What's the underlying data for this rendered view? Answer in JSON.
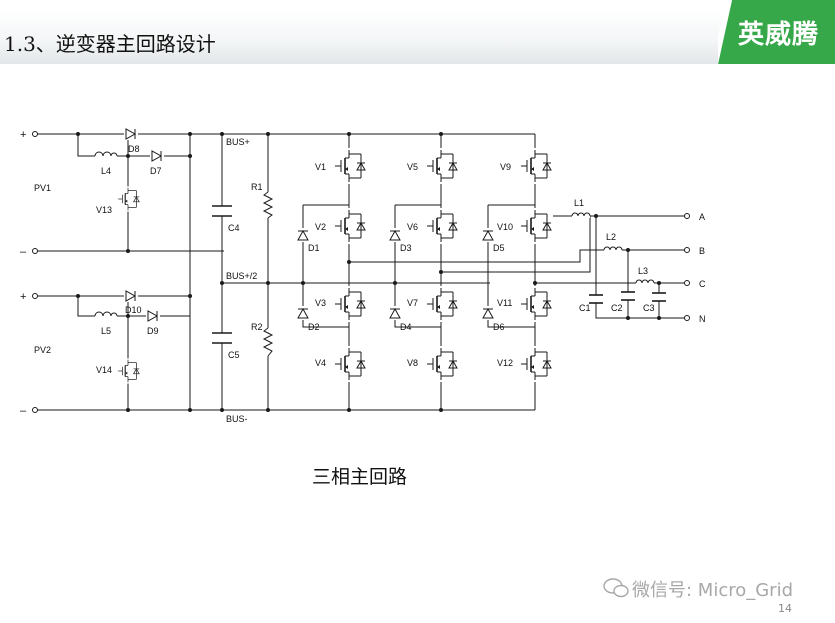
{
  "slide": {
    "title": "1.3、逆变器主回路设计",
    "logo": "英威腾",
    "caption": "三相主回路",
    "watermark": "微信号: Micro_Grid",
    "page_number": "14",
    "colors": {
      "logo_green": "#37a84a",
      "wire": "#1a1a1a"
    }
  },
  "circuit": {
    "pv": [
      "PV1",
      "PV2"
    ],
    "plus": "+",
    "minus": "–",
    "inductors": [
      "L4",
      "L5"
    ],
    "diodes_in": [
      "D8",
      "D7",
      "D10",
      "D9"
    ],
    "boost_switches": [
      "V13",
      "V14"
    ],
    "bus": [
      "BUS+",
      "BUS+/2",
      "BUS-"
    ],
    "caps": [
      "C4",
      "C5"
    ],
    "resistors": [
      "R1",
      "R2"
    ],
    "switches": [
      "V1",
      "V2",
      "V3",
      "V4",
      "V5",
      "V6",
      "V7",
      "V8",
      "V9",
      "V10",
      "V11",
      "V12"
    ],
    "clamp_diodes": [
      "D1",
      "D2",
      "D3",
      "D4",
      "D5",
      "D6"
    ],
    "filter_inductors": [
      "L1",
      "L2",
      "L3"
    ],
    "filter_caps": [
      "C1",
      "C2",
      "C3"
    ],
    "outputs": [
      "A",
      "B",
      "C",
      "N"
    ]
  }
}
